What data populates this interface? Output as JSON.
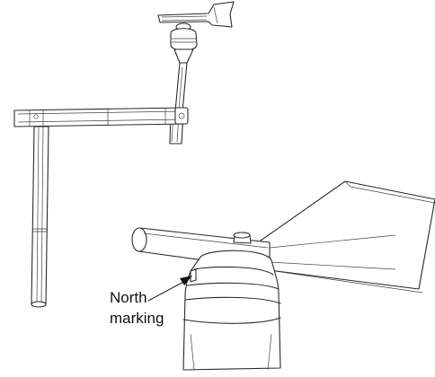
{
  "diagram": {
    "callout": {
      "line1": "North",
      "line2": "marking"
    },
    "colors": {
      "stroke": "#2a2a2a",
      "background": "#ffffff",
      "text": "#111111"
    },
    "icons": [
      "wind-vane-sensor-drawing",
      "wind-vane-closeup-drawing",
      "callout-arrow"
    ]
  }
}
